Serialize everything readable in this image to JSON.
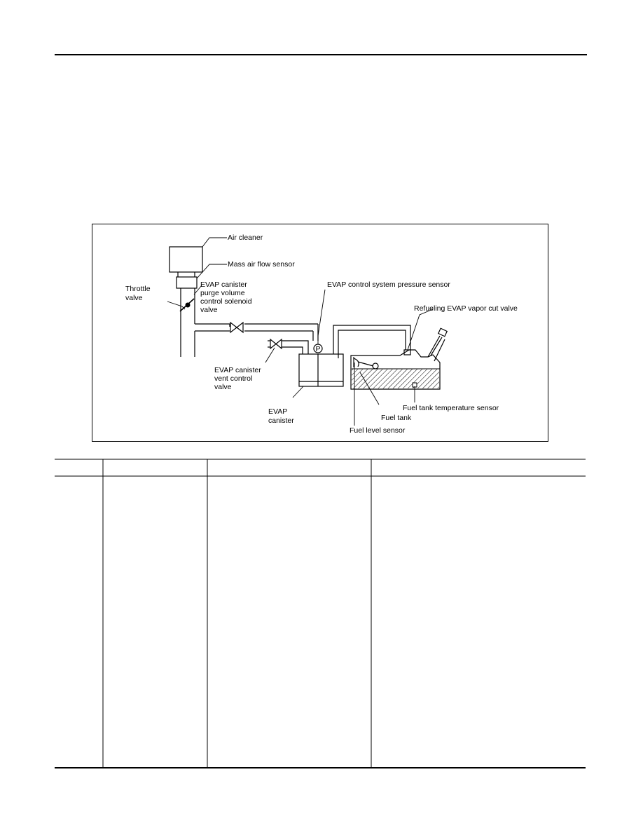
{
  "diagram": {
    "labels": {
      "air_cleaner": "Air cleaner",
      "mass_air_flow_sensor": "Mass air flow sensor",
      "throttle_valve": [
        "Throttle",
        "valve"
      ],
      "purge_valve": [
        "EVAP canister",
        "purge volume",
        "control solenoid",
        "valve"
      ],
      "pressure_sensor": "EVAP control system pressure sensor",
      "vapor_cut_valve": "Refueling EVAP vapor cut valve",
      "pressure_symbol": "P",
      "vent_valve": [
        "EVAP canister",
        "vent control",
        "valve"
      ],
      "canister": [
        "EVAP",
        "canister"
      ],
      "fuel_tank_temp_sensor": "Fuel tank temperature sensor",
      "fuel_tank": "Fuel tank",
      "fuel_level_sensor": "Fuel level sensor"
    }
  },
  "table": {
    "columns": [
      "",
      "",
      "",
      ""
    ],
    "rows": [
      [
        "",
        "",
        "",
        ""
      ]
    ]
  }
}
